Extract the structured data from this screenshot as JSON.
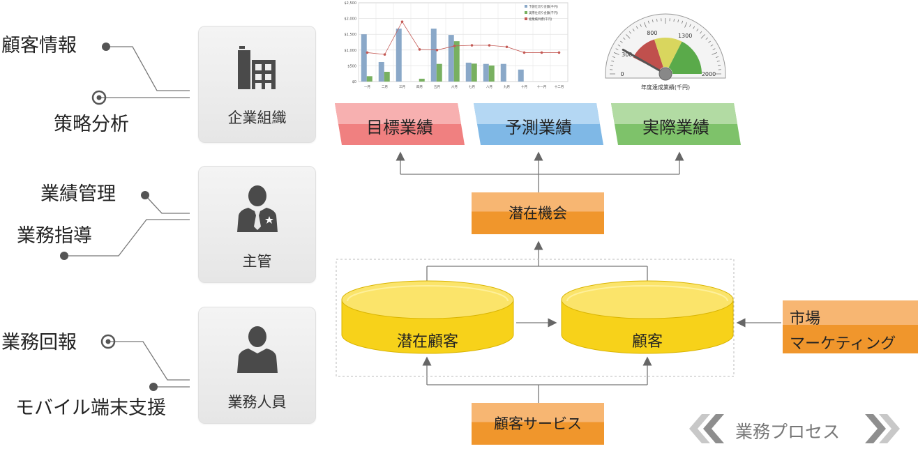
{
  "left_labels": {
    "customer_info": "顧客情報",
    "strategy_analysis": "策略分析",
    "performance_mgmt": "業績管理",
    "business_guidance": "業務指導",
    "business_report": "業務回報",
    "mobile_support": "モバイル端末支援"
  },
  "roles": {
    "enterprise": "企業組織",
    "manager": "主管",
    "staff": "業務人員"
  },
  "flow": {
    "target": "目標業績",
    "forecast": "予測業績",
    "actual": "実際業績",
    "opportunity": "潜在機会",
    "potential_customer": "潜在顧客",
    "customer": "顧客",
    "market_line1": "市場",
    "market_line2": "マーケティング",
    "service": "顧客サービス",
    "process": "業務プロセス"
  },
  "colors": {
    "target": "#f08080",
    "forecast": "#7fb8e6",
    "actual": "#7ec26a",
    "orange": "#f0962c",
    "cylinder": "#f7d21a"
  },
  "chart_data": [
    {
      "type": "bar",
      "categories": [
        "一月",
        "二月",
        "三月",
        "四月",
        "五月",
        "六月",
        "七月",
        "八月",
        "九月",
        "十月",
        "十一月",
        "十二月"
      ],
      "series": [
        {
          "name": "予測仕切り金額(千円)",
          "type": "bar",
          "values": [
            1500,
            620,
            1680,
            0,
            1680,
            1480,
            600,
            560,
            560,
            380,
            0,
            0
          ]
        },
        {
          "name": "実際仕切り金額(千円)",
          "type": "bar",
          "values": [
            170,
            310,
            0,
            90,
            560,
            1280,
            570,
            510,
            0,
            0,
            0,
            0
          ]
        },
        {
          "name": "総業績目標(千円)",
          "type": "line",
          "values": [
            920,
            860,
            1900,
            1020,
            1000,
            1130,
            1150,
            1150,
            1100,
            920,
            920,
            920
          ]
        }
      ],
      "yticks": [
        "$0",
        "$500",
        "$1,000",
        "$1,500",
        "$2,000",
        "$2,500"
      ],
      "ylim": [
        0,
        2500
      ],
      "grid": true,
      "legend": "top-right"
    },
    {
      "type": "gauge",
      "title": "年度達成業績(千円)",
      "ticks": [
        "0",
        "300",
        "800",
        "1300",
        "2000"
      ],
      "range": [
        0,
        2000
      ],
      "value": 330,
      "bands": [
        {
          "from": 300,
          "to": 800,
          "color": "#c0504d"
        },
        {
          "from": 800,
          "to": 1300,
          "color": "#d9d65e"
        },
        {
          "from": 1300,
          "to": 2000,
          "color": "#5aaa4a"
        }
      ]
    }
  ]
}
